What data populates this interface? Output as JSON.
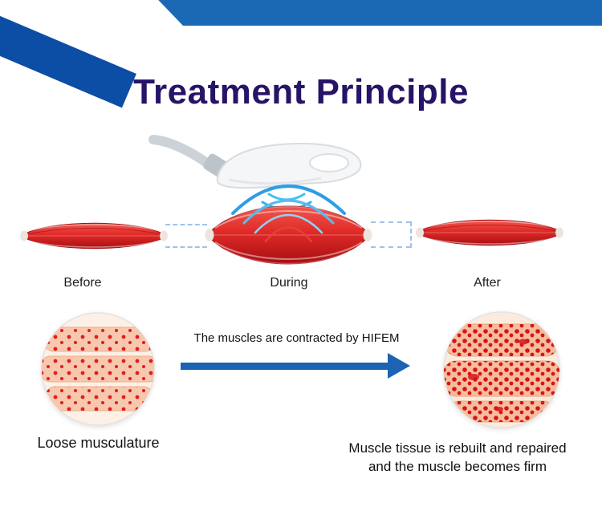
{
  "header": {
    "title": "Treatment Principle"
  },
  "stages": {
    "before_label": "Before",
    "during_label": "During",
    "after_label": "After"
  },
  "process": {
    "caption": "The muscles are contracted by HIFEM"
  },
  "results": {
    "left_caption": "Loose musculature",
    "right_line1": "Muscle tissue is rebuilt and repaired",
    "right_line2": "and the muscle becomes firm"
  },
  "icons": {
    "device": "treatment-handpiece-illustration",
    "waves": "energy-waves-icon",
    "muscle_before": "relaxed-muscle-illustration",
    "muscle_during": "contracted-muscle-illustration",
    "muscle_after": "relaxed-muscle-illustration",
    "arrow": "arrow-right-icon",
    "tissue_loose": "loose-tissue-illustration",
    "tissue_firm": "firm-tissue-illustration"
  },
  "colors": {
    "banner_blue": "#1b69b4",
    "ribbon_navy": "#0c4da5",
    "title_indigo": "#271367",
    "muscle_red": "#d21f24",
    "wave_blue": "#2d9de5",
    "arrow_blue": "#1c63b4",
    "dot_red": "#e01d1d"
  }
}
